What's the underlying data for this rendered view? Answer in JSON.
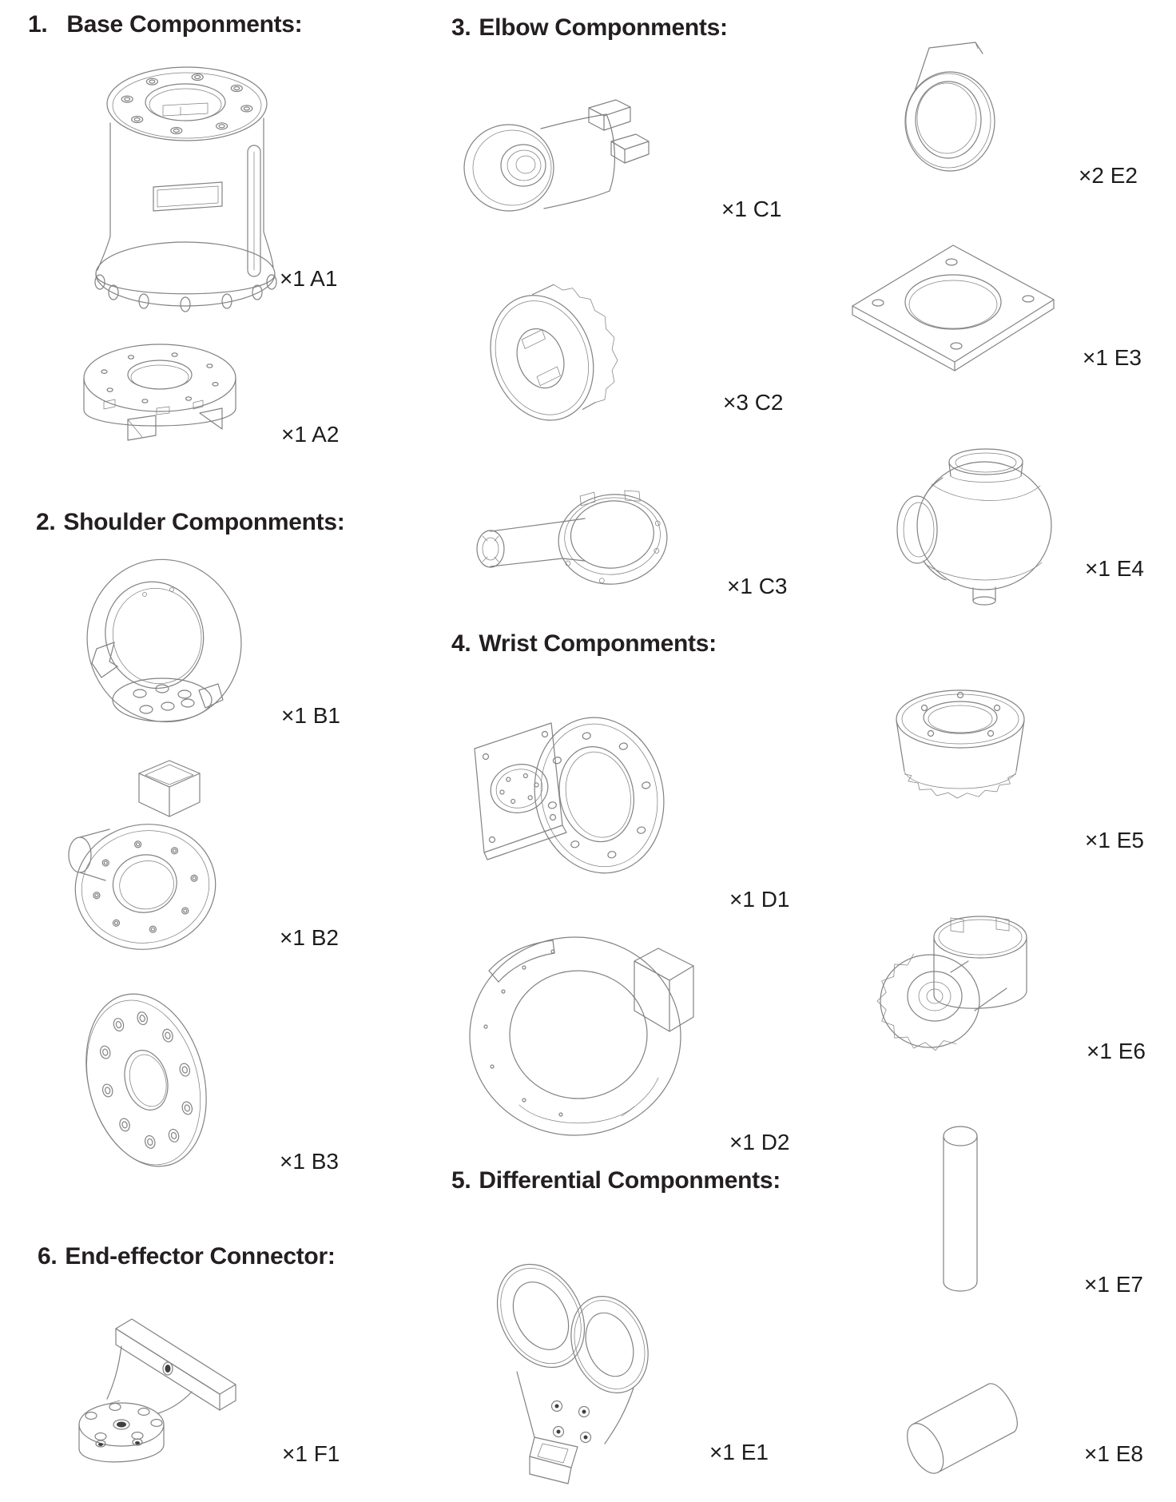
{
  "colors": {
    "background": "#ffffff",
    "line": "#828282",
    "text": "#231f20"
  },
  "sections": {
    "base": {
      "number": "1.",
      "title": "Base Componments:"
    },
    "shoulder": {
      "number": "2.",
      "title": "Shoulder Componments:"
    },
    "elbow": {
      "number": "3.",
      "title": "Elbow Componments:"
    },
    "wrist": {
      "number": "4.",
      "title": "Wrist Componments:"
    },
    "differential": {
      "number": "5.",
      "title": "Differential Componments:"
    },
    "end_effector": {
      "number": "6.",
      "title": "End-effector Connector:"
    }
  },
  "parts": {
    "A1": {
      "code": "A1",
      "quantity": 1,
      "label": "×1 A1",
      "drawing": "base-cylinder-housing-drawing"
    },
    "A2": {
      "code": "A2",
      "quantity": 1,
      "label": "×1 A2",
      "drawing": "base-rotator-disc-drawing"
    },
    "B1": {
      "code": "B1",
      "quantity": 1,
      "label": "×1 B1",
      "drawing": "shoulder-ring-collar-drawing"
    },
    "B2": {
      "code": "B2",
      "quantity": 1,
      "label": "×1 B2",
      "drawing": "shoulder-housing-drawing"
    },
    "B3": {
      "code": "B3",
      "quantity": 1,
      "label": "×1 B3",
      "drawing": "shoulder-flange-plate-drawing"
    },
    "C1": {
      "code": "C1",
      "quantity": 1,
      "label": "×1 C1",
      "drawing": "elbow-actuator-clevis-drawing"
    },
    "C2": {
      "code": "C2",
      "quantity": 3,
      "label": "×3 C2",
      "drawing": "elbow-timing-pulley-drawing"
    },
    "C3": {
      "code": "C3",
      "quantity": 1,
      "label": "×1 C3",
      "drawing": "elbow-ring-shaft-drawing"
    },
    "D1": {
      "code": "D1",
      "quantity": 1,
      "label": "×1 D1",
      "drawing": "wrist-bracket-flange-drawing"
    },
    "D2": {
      "code": "D2",
      "quantity": 1,
      "label": "×1 D2",
      "drawing": "wrist-housing-shell-drawing"
    },
    "E1": {
      "code": "E1",
      "quantity": 1,
      "label": "×1 E1",
      "drawing": "differential-double-ring-yoke-drawing"
    },
    "E2": {
      "code": "E2",
      "quantity": 2,
      "label": "×2 E2",
      "drawing": "differential-ring-mount-drawing"
    },
    "E3": {
      "code": "E3",
      "quantity": 1,
      "label": "×1 E3",
      "drawing": "differential-plate-drawing"
    },
    "E4": {
      "code": "E4",
      "quantity": 1,
      "label": "×1 E4",
      "drawing": "differential-housing-drawing"
    },
    "E5": {
      "code": "E5",
      "quantity": 1,
      "label": "×1 E5",
      "drawing": "differential-bevel-gear-flange-drawing"
    },
    "E6": {
      "code": "E6",
      "quantity": 1,
      "label": "×1 E6",
      "drawing": "differential-bevel-gear-collar-drawing"
    },
    "E7": {
      "code": "E7",
      "quantity": 1,
      "label": "×1 E7",
      "drawing": "differential-long-pin-drawing"
    },
    "E8": {
      "code": "E8",
      "quantity": 1,
      "label": "×1 E8",
      "drawing": "differential-short-pin-drawing"
    },
    "F1": {
      "code": "F1",
      "quantity": 1,
      "label": "×1 F1",
      "drawing": "end-effector-connector-bracket-drawing"
    }
  }
}
